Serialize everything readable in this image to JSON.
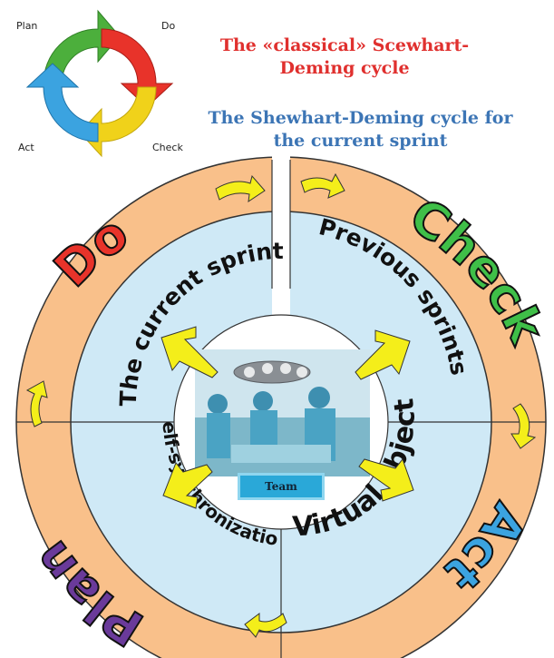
{
  "small_cycle": {
    "labels": {
      "plan": "Plan",
      "do": "Do",
      "check": "Check",
      "act": "Act"
    },
    "colors": {
      "plan": "#4caf3c",
      "do": "#e8332a",
      "check": "#f0d21a",
      "act": "#3ba3e0"
    }
  },
  "titles": {
    "classical": "The «classical» Scewhart-Deming cycle",
    "current": "The Shewhart-Deming cycle for the current sprint"
  },
  "big_cycle": {
    "outer_labels": {
      "do": "Do",
      "check": "Check",
      "act": "Act",
      "plan": "Plan"
    },
    "outer_colors": {
      "do": "#e8332a",
      "check": "#3fbf48",
      "act": "#3ba3e0",
      "plan": "#6a3a9a"
    },
    "quadrants": {
      "top_left": "The current sprint",
      "top_right": "Previous sprints",
      "bottom_right": "Virtual object",
      "bottom_left": "Self-synchronization"
    },
    "center_label": "Team",
    "ring_color": "#f9c08a",
    "inner_color": "#cfe9f6",
    "arrow_color": "#f4ee1a"
  }
}
